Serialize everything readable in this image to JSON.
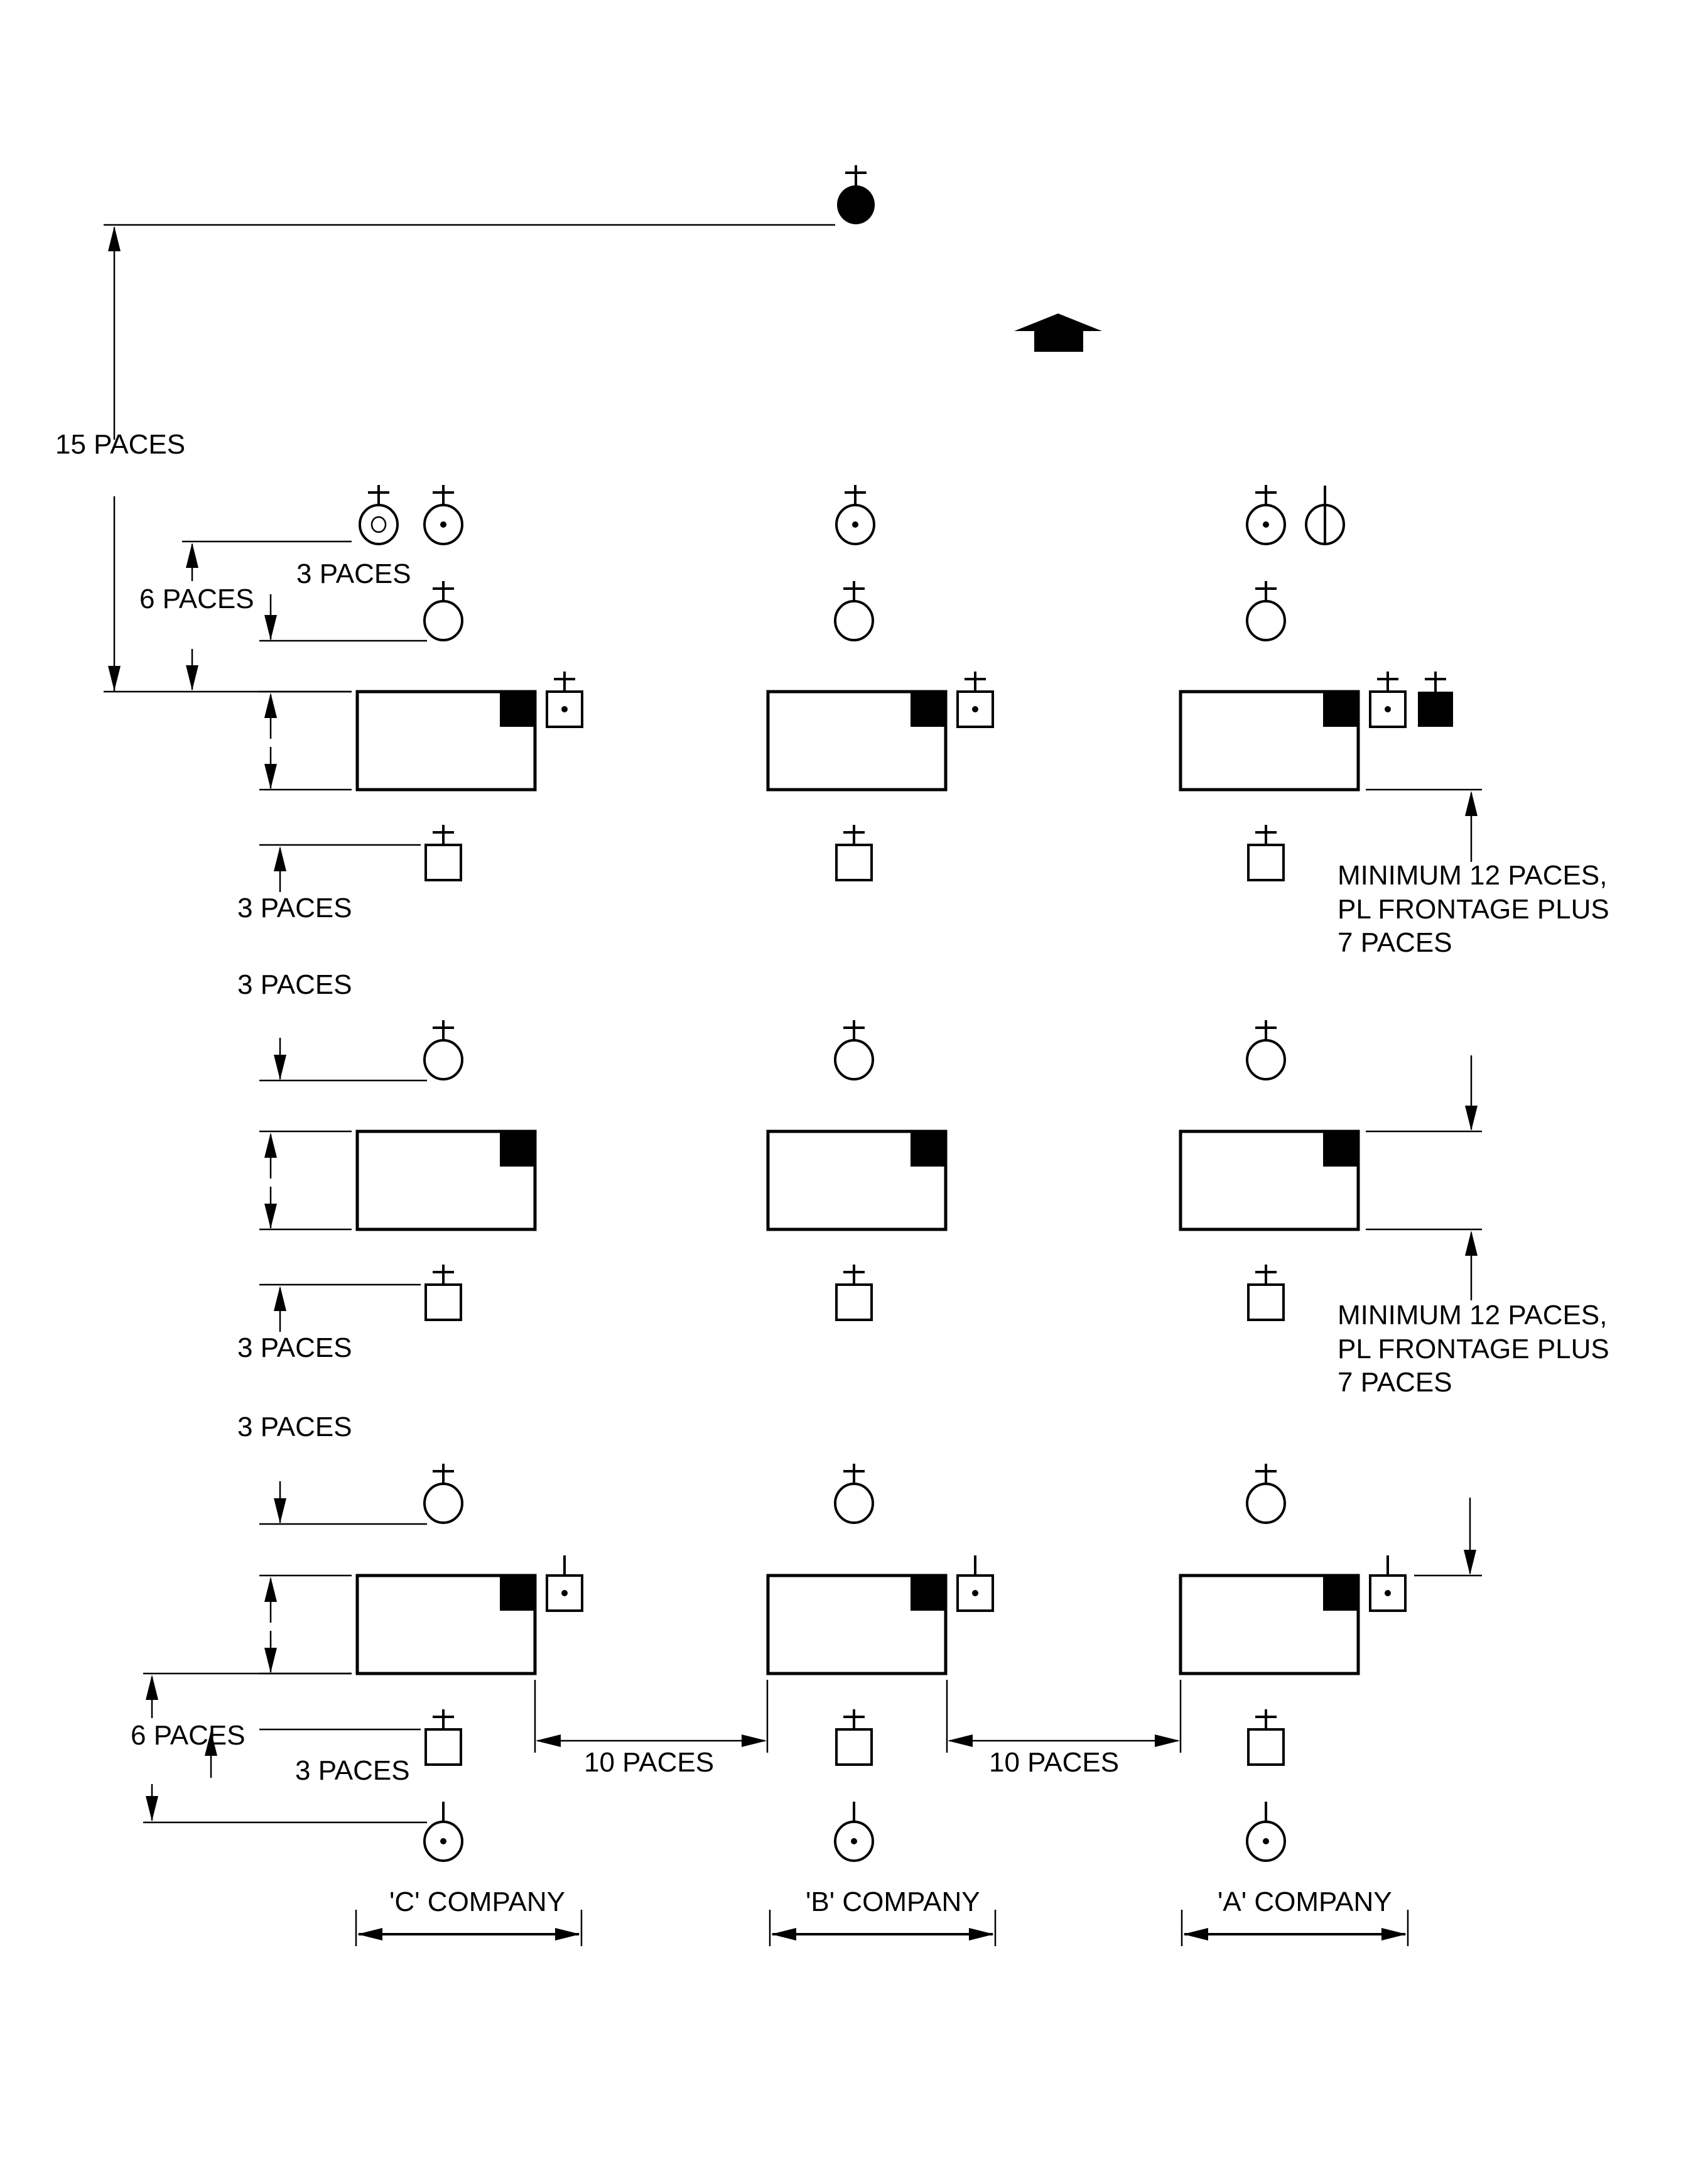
{
  "diagram": {
    "title": "Company column formation layout (paces)",
    "ink_color": "#000000",
    "background_color": "#ffffff",
    "direction_of_march": "up",
    "labels": {
      "fifteen_paces": "15 PACES",
      "six_paces_top": "6 PACES",
      "three_paces_top": "3 PACES",
      "three_paces_row1_below": "3 PACES",
      "three_paces_row2_above": "3 PACES",
      "three_paces_row2_below": "3 PACES",
      "three_paces_row3_above": "3 PACES",
      "six_paces_bottom": "6 PACES",
      "three_paces_bottom": "3 PACES",
      "ten_paces_left": "10 PACES",
      "ten_paces_right": "10 PACES",
      "min_gap_1": [
        "MINIMUM 12 PACES,",
        "PL FRONTAGE PLUS",
        "7 PACES"
      ],
      "min_gap_2": [
        "MINIMUM 12 PACES,",
        "PL FRONTAGE PLUS",
        "7 PACES"
      ]
    },
    "companies": [
      {
        "id": "C",
        "label": "'C' COMPANY"
      },
      {
        "id": "B",
        "label": "'B' COMPANY"
      },
      {
        "id": "A",
        "label": "'A' COMPANY"
      }
    ],
    "legend_symbols": {
      "commander": "filled-circle-with-cross",
      "officer": "circle-with-dot-and-cross",
      "second_in_command": "circle-with-ring-and-cross",
      "colour_party": "circle-with-vertical-bar",
      "platoon_leader": "circle-with-cross",
      "platoon_block": "rectangle-with-filled-corner",
      "nco_marker": "square-with-dot",
      "guide": "square-with-cross",
      "flag_marker": "filled-square-with-cross"
    }
  }
}
